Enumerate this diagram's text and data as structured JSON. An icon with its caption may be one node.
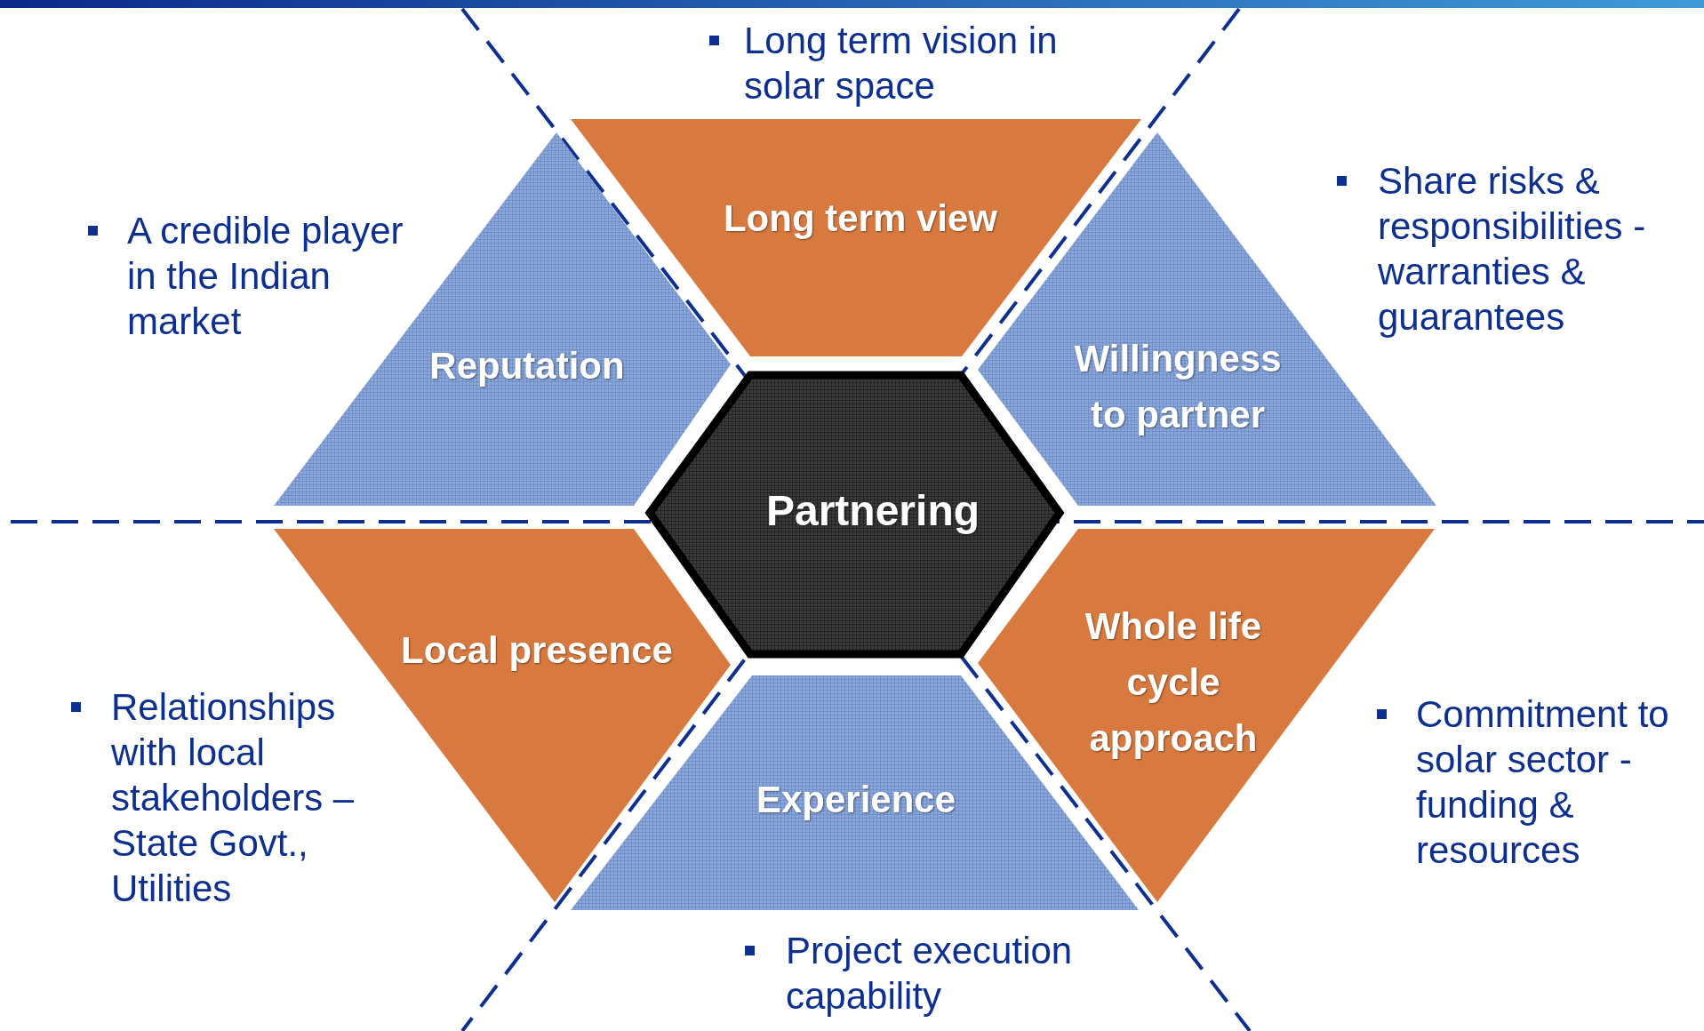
{
  "diagram": {
    "nodes": [
      {
        "text": [
          "Long term view"
        ],
        "beside": [
          "Long term vision in solar space"
        ]
      },
      {
        "text": [
          "Reputation"
        ],
        "beside": [
          "A credible player in the Indian market"
        ]
      },
      {
        "text": [
          "Willingness to partner"
        ],
        "beside": [
          "Share risks & responsibilities - warranties & guarantees"
        ]
      },
      {
        "text": [
          "Partnering"
        ]
      },
      {
        "text": [
          "Local presence"
        ],
        "beside": [
          "Relationships with local stakeholders – State Govt., Utilities"
        ]
      },
      {
        "text": [
          "Whole life cycle approach"
        ],
        "beside": [
          "Commitment to solar sector - funding & resources"
        ]
      },
      {
        "text": [
          "Experience"
        ],
        "beside": [
          "Project execution capability"
        ]
      }
    ]
  }
}
